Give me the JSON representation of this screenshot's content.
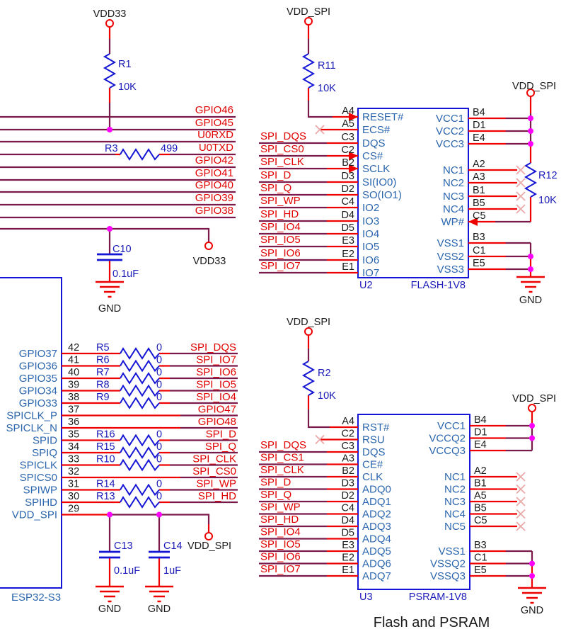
{
  "title": "Flash and PSRAM",
  "colors": {
    "wire_red": "#EE0000",
    "wire_maroon": "#7A1A4B",
    "component_blue": "#1515D6",
    "designator_navy": "#1A1AB9",
    "pin_name_blue": "#2B66AE",
    "net_label_red": "#E10000",
    "junction_magenta": "#FF00FF"
  },
  "top": {
    "vdd33_top": "VDD33",
    "vdd33_mid": "VDD33",
    "gnd": "GND",
    "r1": {
      "ref": "R1",
      "value": "10K"
    },
    "r3": {
      "ref": "R3",
      "value": "499"
    },
    "c10": {
      "ref": "C10",
      "value": "0.1uF"
    },
    "bus_labels": [
      "GPIO46",
      "GPIO45",
      "U0RXD",
      "U0TXD",
      "GPIO42",
      "GPIO41",
      "GPIO40",
      "GPIO39",
      "GPIO38"
    ]
  },
  "esp32": {
    "designator": "ESP32-S3",
    "vdd_spi_port": "VDD_SPI",
    "gnd1": "GND",
    "gnd2": "GND",
    "c13": {
      "ref": "C13",
      "value": "0.1uF"
    },
    "c14": {
      "ref": "C14",
      "value": "1uF"
    },
    "rows": [
      {
        "name": "GPIO37",
        "pin": "42",
        "res": "R5",
        "val": "0",
        "net": "SPI_DQS"
      },
      {
        "name": "GPIO36",
        "pin": "41",
        "res": "R6",
        "val": "0",
        "net": "SPI_IO7"
      },
      {
        "name": "GPIO35",
        "pin": "40",
        "res": "R7",
        "val": "0",
        "net": "SPI_IO6"
      },
      {
        "name": "GPIO34",
        "pin": "39",
        "res": "R8",
        "val": "0",
        "net": "SPI_IO5"
      },
      {
        "name": "GPIO33",
        "pin": "38",
        "res": "R9",
        "val": "0",
        "net": "SPI_IO4"
      },
      {
        "name": "SPICLK_P",
        "pin": "37",
        "net": "GPIO47"
      },
      {
        "name": "SPICLK_N",
        "pin": "36",
        "net": "GPIO48"
      },
      {
        "name": "SPID",
        "pin": "35",
        "res": "R16",
        "val": "0",
        "net": "SPI_D"
      },
      {
        "name": "SPIQ",
        "pin": "34",
        "res": "R15",
        "val": "0",
        "net": "SPI_Q"
      },
      {
        "name": "SPICLK",
        "pin": "33",
        "res": "R10",
        "val": "0",
        "net": "SPI_CLK"
      },
      {
        "name": "SPICS0",
        "pin": "32",
        "net": "SPI_CS0"
      },
      {
        "name": "SPIWP",
        "pin": "31",
        "res": "R14",
        "val": "0",
        "net": "SPI_WP"
      },
      {
        "name": "SPIHD",
        "pin": "30",
        "res": "R13",
        "val": "0",
        "net": "SPI_HD"
      },
      {
        "name": "VDD_SPI",
        "pin": "29"
      }
    ]
  },
  "u2": {
    "designator": "U2",
    "part": "FLASH-1V8",
    "gnd": "GND",
    "pullup_top": {
      "net": "VDD_SPI",
      "ref": "R11",
      "value": "10K"
    },
    "pullup_right": {
      "net": "VDD_SPI",
      "ref": "R12",
      "value": "10K"
    },
    "left_pins": [
      {
        "num": "A4",
        "name": "RESET#"
      },
      {
        "num": "A5",
        "name": "ECS#"
      },
      {
        "num": "C3",
        "name": "DQS",
        "net": "SPI_DQS"
      },
      {
        "num": "C2",
        "name": "CS#",
        "net": "SPI_CS0"
      },
      {
        "num": "B2",
        "name": "SCLK",
        "net": "SPI_CLK"
      },
      {
        "num": "D3",
        "name": "SI(IO0)",
        "net": "SPI_D"
      },
      {
        "num": "D2",
        "name": "SO(IO1)",
        "net": "SPI_Q"
      },
      {
        "num": "C4",
        "name": "IO2",
        "net": "SPI_WP"
      },
      {
        "num": "D4",
        "name": "IO3",
        "net": "SPI_HD"
      },
      {
        "num": "D5",
        "name": "IO4",
        "net": "SPI_IO4"
      },
      {
        "num": "E3",
        "name": "IO5",
        "net": "SPI_IO5"
      },
      {
        "num": "E2",
        "name": "IO6",
        "net": "SPI_IO6"
      },
      {
        "num": "E1",
        "name": "IO7",
        "net": "SPI_IO7"
      }
    ],
    "right_pins": [
      {
        "num": "B4",
        "name": "VCC1"
      },
      {
        "num": "D1",
        "name": "VCC2"
      },
      {
        "num": "E4",
        "name": "VCC3"
      },
      {
        "num": "A2",
        "name": "NC1"
      },
      {
        "num": "A3",
        "name": "NC2"
      },
      {
        "num": "B1",
        "name": "NC3"
      },
      {
        "num": "B5",
        "name": "NC4"
      },
      {
        "num": "C5",
        "name": "WP#"
      },
      {
        "num": "B3",
        "name": "VSS1"
      },
      {
        "num": "C1",
        "name": "VSS2"
      },
      {
        "num": "E5",
        "name": "VSS3"
      }
    ]
  },
  "u3": {
    "designator": "U3",
    "part": "PSRAM-1V8",
    "gnd": "GND",
    "vdd_right": "VDD_SPI",
    "pullup_top": {
      "net": "VDD_SPI",
      "ref": "R2",
      "value": "10K"
    },
    "left_pins": [
      {
        "num": "A4",
        "name": "RST#"
      },
      {
        "num": "C2",
        "name": "RSU"
      },
      {
        "num": "C3",
        "name": "DQS",
        "net": "SPI_DQS"
      },
      {
        "num": "A3",
        "name": "CE#",
        "net": "SPI_CS1"
      },
      {
        "num": "B2",
        "name": "CLK",
        "net": "SPI_CLK"
      },
      {
        "num": "D3",
        "name": "ADQ0",
        "net": "SPI_D"
      },
      {
        "num": "D2",
        "name": "ADQ1",
        "net": "SPI_Q"
      },
      {
        "num": "C4",
        "name": "ADQ2",
        "net": "SPI_WP"
      },
      {
        "num": "D4",
        "name": "ADQ3",
        "net": "SPI_HD"
      },
      {
        "num": "D5",
        "name": "ADQ4",
        "net": "SPI_IO4"
      },
      {
        "num": "E3",
        "name": "ADQ5",
        "net": "SPI_IO5"
      },
      {
        "num": "E2",
        "name": "ADQ6",
        "net": "SPI_IO6"
      },
      {
        "num": "E1",
        "name": "ADQ7",
        "net": "SPI_IO7"
      }
    ],
    "right_pins": [
      {
        "num": "B4",
        "name": "VCC1"
      },
      {
        "num": "D1",
        "name": "VCCQ2"
      },
      {
        "num": "E4",
        "name": "VCCQ3"
      },
      {
        "num": "A2",
        "name": "NC1"
      },
      {
        "num": "B1",
        "name": "NC2"
      },
      {
        "num": "A5",
        "name": "NC3"
      },
      {
        "num": "B5",
        "name": "NC4"
      },
      {
        "num": "C5",
        "name": "NC5"
      },
      {
        "num": "B3",
        "name": "VSS1"
      },
      {
        "num": "C1",
        "name": "VSSQ2"
      },
      {
        "num": "E5",
        "name": "VSSQ3"
      }
    ]
  }
}
